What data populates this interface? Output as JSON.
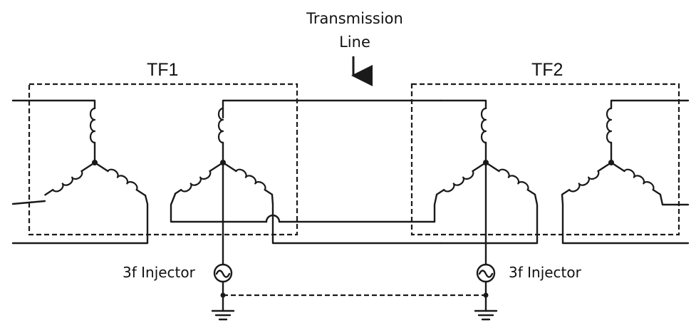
{
  "labels": {
    "transmission_line_1": "Transmission",
    "transmission_line_2": "Line",
    "tf1": "TF1",
    "tf2": "TF2",
    "injector_left": "3f Injector",
    "injector_right": "3f Injector"
  },
  "colors": {
    "line": "#1a1a1a",
    "background": "#ffffff"
  },
  "icons": [
    "down-arrow-icon",
    "ac-source-icon",
    "ground-icon",
    "inductor-coil-icon"
  ]
}
